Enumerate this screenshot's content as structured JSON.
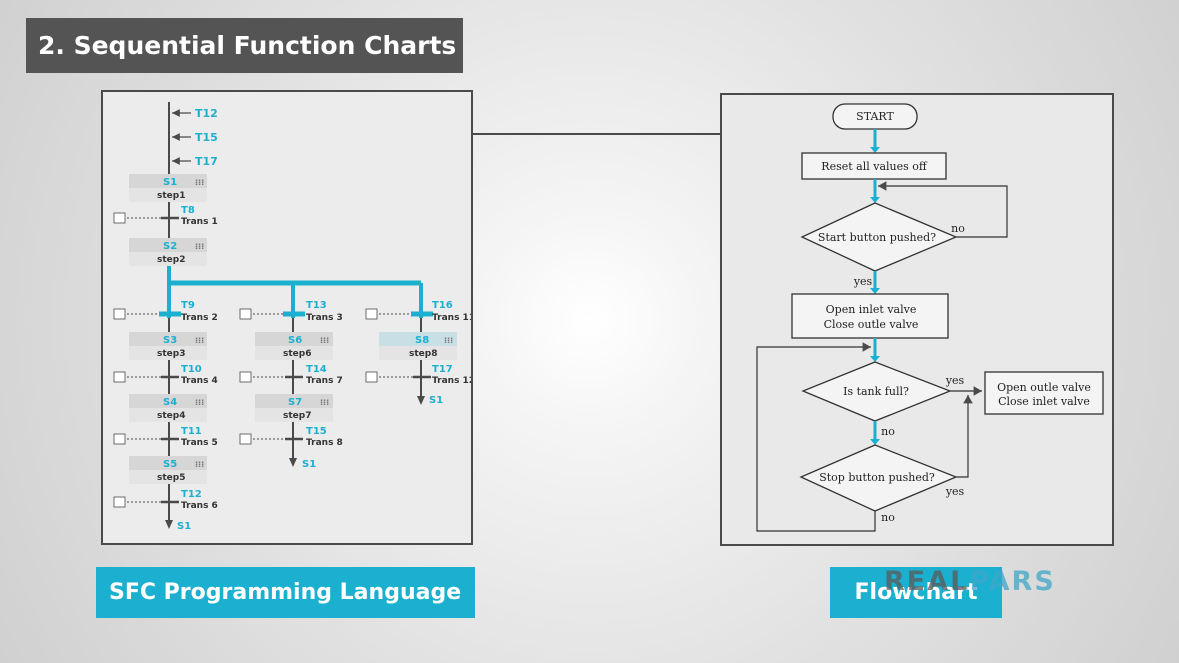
{
  "header": {
    "title": "2. Sequential Function Charts"
  },
  "sfc": {
    "top_transitions": [
      "T12",
      "T15",
      "T17"
    ],
    "steps": [
      {
        "id": "S1",
        "name": "step1"
      },
      {
        "id": "S2",
        "name": "step2"
      },
      {
        "id": "S3",
        "name": "step3"
      },
      {
        "id": "S4",
        "name": "step4"
      },
      {
        "id": "S5",
        "name": "step5"
      },
      {
        "id": "S6",
        "name": "step6"
      },
      {
        "id": "S7",
        "name": "step7"
      },
      {
        "id": "S8",
        "name": "step8"
      }
    ],
    "transitions": [
      {
        "id": "T8",
        "name": "Trans 1"
      },
      {
        "id": "T9",
        "name": "Trans 2"
      },
      {
        "id": "T10",
        "name": "Trans 4"
      },
      {
        "id": "T11",
        "name": "Trans 5"
      },
      {
        "id": "T12",
        "name": "Trans 6"
      },
      {
        "id": "T13",
        "name": "Trans 3"
      },
      {
        "id": "T14",
        "name": "Trans 7"
      },
      {
        "id": "T15",
        "name": "Trans 8"
      },
      {
        "id": "T16",
        "name": "Trans 11"
      },
      {
        "id": "T17",
        "name": "Trans 12"
      }
    ],
    "jumps": [
      "S1",
      "S1",
      "S1"
    ],
    "colors": {
      "accent": "#1cb0d0",
      "line": "#4a4a4a"
    }
  },
  "flowchart": {
    "start": "START",
    "reset": "Reset all values off",
    "start_decision": "Start button pushed?",
    "open_inlet": [
      "Open inlet valve",
      "Close outle valve"
    ],
    "tank_decision": "Is tank full?",
    "open_outlet": [
      "Open outle valve",
      "Close inlet valve"
    ],
    "stop_decision": "Stop button pushed?",
    "labels": {
      "no1": "no",
      "yes1": "yes",
      "yes2": "yes",
      "no2": "no",
      "yes3": "yes",
      "no3": "no"
    }
  },
  "captions": {
    "sfc": "SFC Programming Language",
    "flowchart": "Flowchart"
  },
  "logo": {
    "part1": "REAL",
    "part2": "PARS"
  }
}
